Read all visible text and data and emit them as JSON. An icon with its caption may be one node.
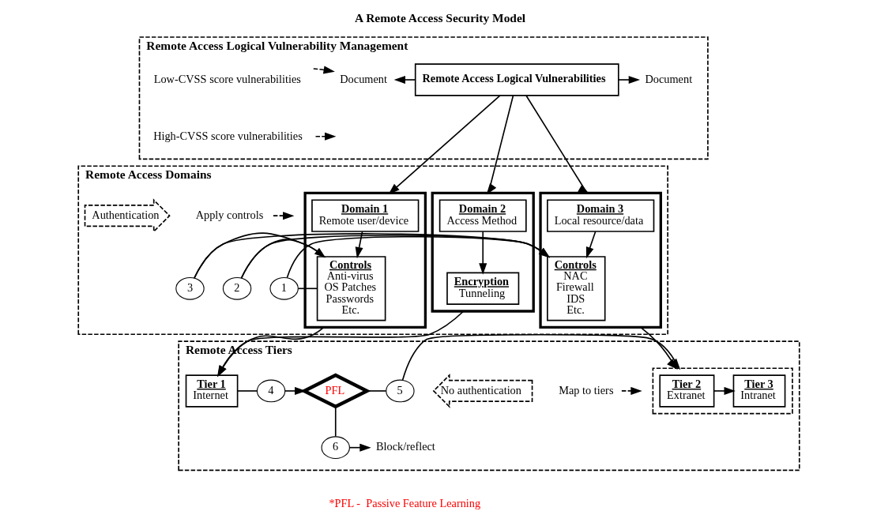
{
  "diagram": {
    "title": "A Remote Access Security Model",
    "caption": "*PFL -  Passive Feature Learning",
    "nodes": [
      {
        "text": [
          "Remote Access Logical Vulnerability Management"
        ]
      },
      {
        "text": [
          "Low-CVSS score vulnerabilities"
        ],
        "in": 0
      },
      {
        "text": [
          "Document"
        ],
        "in": 0
      },
      {
        "text": [
          "Remote Access Logical Vulnerabilities"
        ],
        "in": 0
      },
      {
        "text": [
          "Document"
        ],
        "in": 0
      },
      {
        "text": [
          "High-CVSS score vulnerabilities"
        ],
        "in": 0
      },
      {
        "text": [
          "Remote Access Domains"
        ]
      },
      {
        "text": [
          "Apply controls"
        ],
        "in": 6
      },
      {
        "text": [],
        "shape": "box",
        "in": 6
      },
      {
        "text": [
          "Domain 1",
          "Remote user/device"
        ],
        "in": 8
      },
      {
        "text": [
          "Controls",
          "Anti-virus",
          "OS Patches",
          "Passwords",
          "Etc."
        ],
        "in": 8
      },
      {
        "text": [],
        "shape": "box",
        "in": 6
      },
      {
        "text": [
          "Domain 2",
          "Access Method"
        ],
        "in": 11
      },
      {
        "text": [
          "Encryption",
          "Tunneling"
        ],
        "in": 11
      },
      {
        "text": [
          "Authentication"
        ],
        "in": 6
      },
      {
        "text": [],
        "shape": "box",
        "in": 6
      },
      {
        "text": [
          "Domain 3",
          "Local resource/data"
        ],
        "in": 15
      },
      {
        "text": [
          "Controls",
          "NAC",
          "Firewall",
          "IDS",
          "Etc."
        ],
        "in": 15
      },
      {
        "text": [
          "1"
        ],
        "in": 6
      },
      {
        "text": [
          "2"
        ],
        "in": 6
      },
      {
        "text": [
          "3"
        ],
        "in": 6
      },
      {
        "text": [
          "Remote Access Tiers"
        ]
      },
      {
        "text": [
          "Map to tiers"
        ],
        "in": 21
      },
      {
        "text": [
          "No authentication"
        ],
        "in": 21
      },
      {
        "text": [
          "Tier 1",
          "Internet"
        ],
        "in": 21
      },
      {
        "text": [
          "4"
        ],
        "in": 21
      },
      {
        "text": [
          "PFL"
        ],
        "in": 21
      },
      {
        "text": [
          "5"
        ],
        "in": 21
      },
      {
        "text": [],
        "shape": "box",
        "in": 21
      },
      {
        "text": [
          "Tier 2",
          "Extranet"
        ],
        "in": 28
      },
      {
        "text": [
          "Tier 3",
          "Intranet"
        ],
        "in": 28
      },
      {
        "text": [
          "6"
        ],
        "in": 21
      },
      {
        "text": [
          "Block/reflect"
        ],
        "in": 21
      }
    ],
    "edges": [
      {
        "from": 1,
        "to": 2,
        "arrow": "to",
        "style": "dashed"
      },
      {
        "from": 3,
        "to": 2,
        "arrow": "to"
      },
      {
        "from": 3,
        "to": 4,
        "arrow": "to"
      },
      {
        "from": 5,
        "to": null,
        "arrow": "to",
        "style": "dashed"
      },
      {
        "from": 3,
        "to": 8,
        "arrow": "to"
      },
      {
        "from": 3,
        "to": 11,
        "arrow": "to"
      },
      {
        "from": 3,
        "to": 15,
        "arrow": "to"
      },
      {
        "from": 7,
        "to": null,
        "arrow": "to",
        "style": "dashed"
      },
      {
        "from": 9,
        "to": 10,
        "arrow": "to"
      },
      {
        "from": 12,
        "to": 13,
        "arrow": "to"
      },
      {
        "from": 16,
        "to": 17,
        "arrow": "to"
      },
      {
        "from": 10,
        "to": 18,
        "arrow": "none"
      },
      {
        "from": 18,
        "to": 17,
        "arrow": "to"
      },
      {
        "from": 17,
        "to": 19,
        "arrow": "none"
      },
      {
        "from": 19,
        "to": 10,
        "arrow": "to"
      },
      {
        "from": 10,
        "to": 20,
        "arrow": "none"
      },
      {
        "from": 20,
        "to": 17,
        "arrow": "to"
      },
      {
        "from": 8,
        "to": 24,
        "arrow": "to"
      },
      {
        "from": 11,
        "to": 24,
        "arrow": "to"
      },
      {
        "from": 15,
        "to": 28,
        "arrow": "to"
      },
      {
        "from": 22,
        "to": null,
        "arrow": "to",
        "style": "dashed"
      },
      {
        "from": 24,
        "to": 25,
        "arrow": "none"
      },
      {
        "from": 25,
        "to": 26,
        "arrow": "to"
      },
      {
        "from": 26,
        "to": 27,
        "arrow": "none"
      },
      {
        "from": 27,
        "to": 28,
        "arrow": "to"
      },
      {
        "from": 29,
        "to": 30,
        "arrow": "to"
      },
      {
        "from": 26,
        "to": 31,
        "arrow": "none"
      },
      {
        "from": 31,
        "to": 32,
        "arrow": "to"
      }
    ]
  }
}
